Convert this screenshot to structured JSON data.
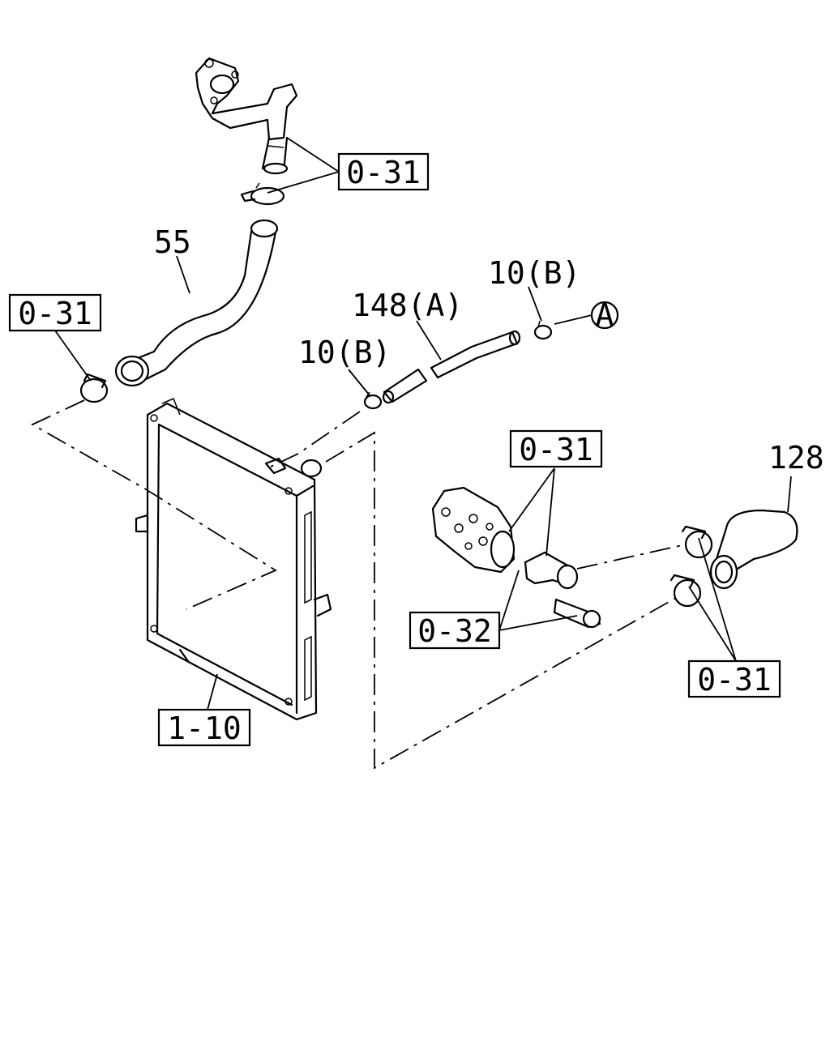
{
  "labels": {
    "ref_0_31_top": "0-31",
    "ref_0_31_left": "0-31",
    "ref_0_31_mid": "0-31",
    "ref_0_31_right": "0-31",
    "ref_0_32": "0-32",
    "ref_1_10": "1-10",
    "part_55": "55",
    "part_148a": "148(A)",
    "part_10b_left": "10(B)",
    "part_10b_right": "10(B)",
    "part_128": "128",
    "marker_a": "A"
  }
}
